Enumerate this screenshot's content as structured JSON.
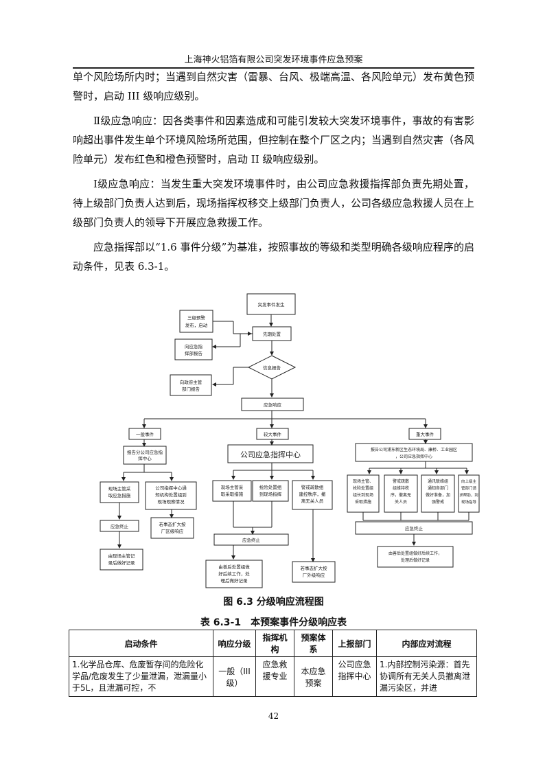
{
  "header": "上海神火铝箔有限公司突发环境事件应急预案",
  "paragraphs": [
    "单个风险场所内时；当遇到自然灾害（雷暴、台风、极端高温、各风险单元）发布黄色预警时，启动 III 级响应级别。",
    "Ⅱ级应急响应：因各类事件和因素造成和可能引发较大突发环境事件，事故的有害影响超出事件发生单个环境风险场所范围，但控制在整个厂区之内；当遇到自然灾害（各风险单元）发布红色和橙色预警时，启动 II 级响应级别。",
    "Ⅰ级应急响应：当发生重大突发环境事件时，由公司应急救援指挥部负责先期处置，待上级部门负责人达到后，现场指挥权移交上级部门负责人，公司各级应急救援人员在上级部门负责人的领导下开展应急救援工作。",
    "应急指挥部以“1.6 事件分级”为基准，按照事故的等级和类型明确各级响应程序的启动条件，见表 6.3-1。"
  ],
  "flowchart": {
    "start": "突发事件发生",
    "alarm": [
      "三级预警",
      "发布，启动"
    ],
    "first_response": "先期处置",
    "report_hq": [
      "向应急指",
      "挥部报告"
    ],
    "report_gov": [
      "向政府主管",
      "部门报告"
    ],
    "decision": "信息报告",
    "response": "应急响应",
    "general": "一般事件",
    "major": "较大事件",
    "severe": "重大事件",
    "general_steps": {
      "report": [
        "报告分公司应急指",
        "挥中心"
      ],
      "a": [
        "现场主管采",
        "取应急措施"
      ],
      "b": [
        "公司指挥中心通",
        "知机构处置组到",
        "现场观察情况"
      ],
      "c": [
        "若事态扩大按",
        "厂区级响应"
      ],
      "end": "应急终止",
      "record": [
        "由现场主管记",
        "录后做好记录"
      ]
    },
    "major_steps": {
      "center": "公司应急指挥中心",
      "a": [
        "现场主管采",
        "取采取措施"
      ],
      "b": [
        "抢险处置组",
        "到现场指挥"
      ],
      "c": [
        "警戒疏散组",
        "建控秩序，撤",
        "离无关人员"
      ],
      "end": "应急终止",
      "d": [
        "由善后处置组做",
        "好后续工作，处",
        "理后做好记录"
      ],
      "e": [
        "若事态扩大按",
        "厂外级响应"
      ]
    },
    "severe_steps": {
      "report": [
        "报告公司浦东新区生态环境局、康桥、工业园区",
        "，公司应急指挥中心"
      ],
      "a": [
        "现场主管、",
        "抢险处置组",
        "组长到现场",
        "采取措施"
      ],
      "b": [
        "警戒疏散",
        "组维持秩",
        "序，撤离无",
        "关人员"
      ],
      "c": [
        "通讯联络组",
        "通知各部门",
        "做好准备，加",
        "强警戒"
      ],
      "d": [
        "向上级主",
        "管部门请",
        "求帮助，到",
        "现场指导"
      ],
      "end": "应急终止",
      "record": [
        "由善后处置组做好后续工作，",
        "处理后做好记录"
      ]
    }
  },
  "figure_caption": "图 6.3 分级响应流程图",
  "table": {
    "title": "表 6.3-1　本预案事件分级响应表",
    "headers": [
      "启动条件",
      "响应分级",
      "指挥机构",
      "预案体系",
      "上报部门",
      "内部应对流程"
    ],
    "rows": [
      [
        "1.化学品仓库、危废暂存间的危险化学品/危废发生了少量泄漏，泄漏量小于5L，且泄漏可控，不",
        "一般（III级）",
        "应急救援专业",
        "本应急预案",
        "公司应急指挥中心",
        "1.内部控制污染源：首先协调所有无关人员撤离泄漏污染区，并进"
      ]
    ]
  },
  "page_number": "42"
}
